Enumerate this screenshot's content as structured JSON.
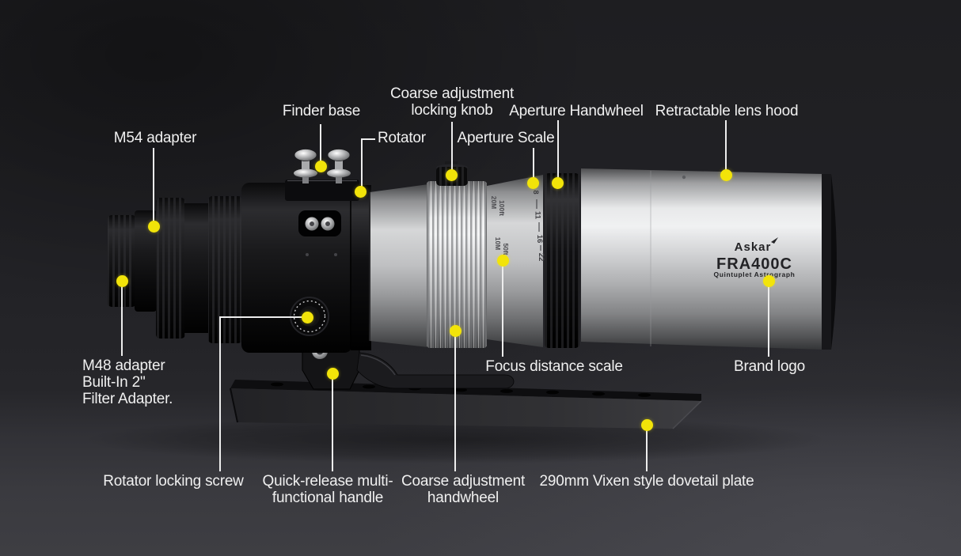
{
  "product": {
    "brand": "Askar",
    "model": "FRA400C",
    "subtitle": "Quintuplet  Astrograph"
  },
  "scales": {
    "aperture": [
      "8",
      "11",
      "16",
      "22"
    ],
    "focus_distance": [
      "20M",
      "100ft",
      "10M",
      "50ft"
    ]
  },
  "annotations": {
    "m54": "M54 adapter",
    "finder_base": "Finder base",
    "coarse_locking_knob": "Coarse adjustment\nlocking knob",
    "rotator": "Rotator",
    "aperture_scale": "Aperture Scale",
    "aperture_handwheel": "Aperture Handwheel",
    "retractable_hood": "Retractable lens hood",
    "m48": "M48 adapter\nBuilt-In 2\"\nFilter Adapter.",
    "focus_distance_scale": "Focus distance scale",
    "brand_logo": "Brand logo",
    "rotator_locking_screw": "Rotator locking screw",
    "quick_release_handle": "Quick-release multi-\nfunctional handle",
    "coarse_handwheel": "Coarse adjustment\nhandwheel",
    "dovetail_plate": "290mm Vixen style dovetail plate"
  },
  "colors": {
    "background_top": "#1e1e21",
    "background_floor": "#3e3e43",
    "callout_dot": "#f2e409",
    "leader_line": "#ededed",
    "label_text": "#f0f0f0",
    "telescope_silver": "#d5d6d8",
    "telescope_black": "#0c0c0e"
  }
}
